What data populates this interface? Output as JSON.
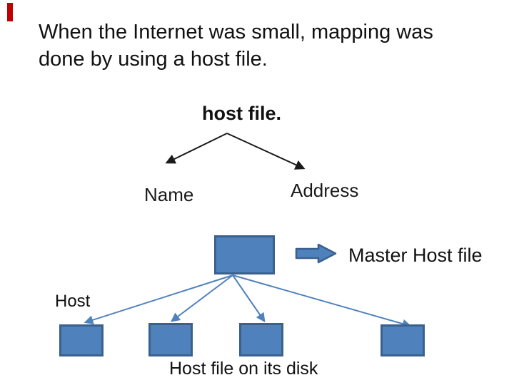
{
  "slide": {
    "title": "When the Internet was small, mapping was done by using a host file.",
    "accent_color": "#c00000",
    "text_color": "#111111",
    "diagram": {
      "root_label": "host file.",
      "branch_labels": [
        "Name",
        "Address"
      ],
      "master_box_label": "Master Host file",
      "host_label": "Host",
      "caption": "Host file on its disk",
      "host_box_count": 4,
      "box_fill": "#4f81bd",
      "box_border": "#3a618e",
      "connector_color": "#4f81bd",
      "branch_line_color": "#1a1a1a"
    }
  }
}
